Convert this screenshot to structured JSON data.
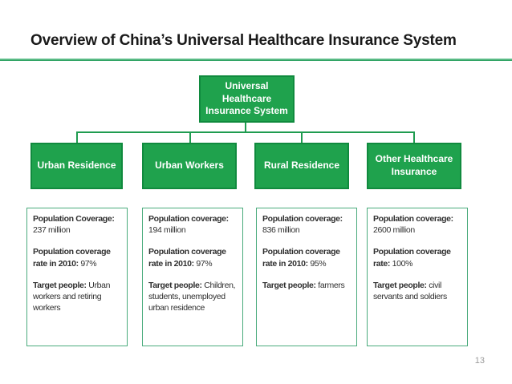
{
  "slide": {
    "title": "Overview of China’s Universal Healthcare Insurance System",
    "page_number": "13",
    "accent_color": "#239b58",
    "box_fill_color": "#1fa24d",
    "box_border_color": "#108a3e",
    "detail_border_color": "#4aab7c"
  },
  "org": {
    "root": {
      "label": "Universal Healthcare Insurance System"
    },
    "branches": [
      {
        "title": "Urban Residence",
        "paragraphs": [
          {
            "label": "Population Coverage:",
            "value": "237 million"
          },
          {
            "label": "Population coverage rate in 2010:",
            "value": "97%"
          },
          {
            "label": "Target people:",
            "value": "Urban workers and retiring workers"
          }
        ]
      },
      {
        "title": "Urban Workers",
        "paragraphs": [
          {
            "label": "Population coverage:",
            "value": "194 million"
          },
          {
            "label": "Population coverage rate in 2010:",
            "value": "97%"
          },
          {
            "label": "Target people:",
            "value": "Children, students, unemployed urban residence"
          }
        ]
      },
      {
        "title": "Rural Residence",
        "paragraphs": [
          {
            "label": "Population coverage:",
            "value": "836 million"
          },
          {
            "label": "Population coverage rate in 2010:",
            "value": "95%"
          },
          {
            "label": "Target people:",
            "value": "farmers"
          }
        ]
      },
      {
        "title": "Other Healthcare Insurance",
        "paragraphs": [
          {
            "label": "Population coverage:",
            "value": "2600 million"
          },
          {
            "label": "Population coverage rate:",
            "value": "100%"
          },
          {
            "label": "Target people:",
            "value": "civil servants and soldiers"
          }
        ]
      }
    ]
  }
}
